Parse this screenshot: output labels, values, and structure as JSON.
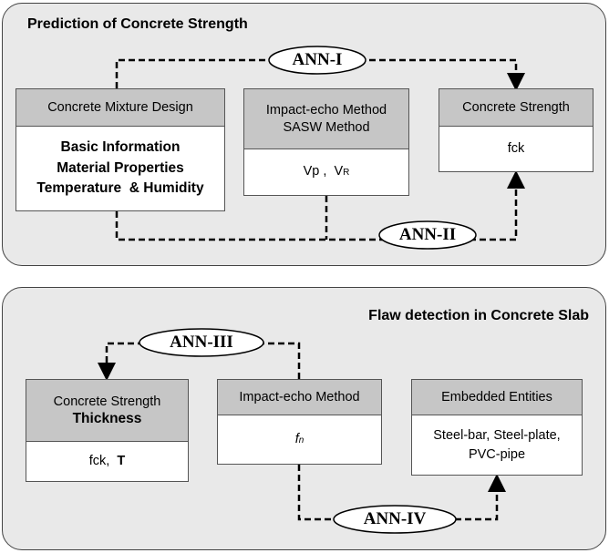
{
  "panel1": {
    "title": "Prediction of Concrete Strength",
    "box_mixture": {
      "head": "Concrete Mixture Design",
      "body": [
        "Basic Information",
        "Material Properties",
        "Temperature  & Humidity"
      ]
    },
    "box_impact": {
      "head": [
        "Impact-echo Method",
        "SASW Method"
      ],
      "body_main": "Vp ,  V",
      "body_sub": "R"
    },
    "box_strength": {
      "head": "Concrete Strength",
      "body": "fck"
    },
    "ann1": "ANN-I",
    "ann2": "ANN-II"
  },
  "panel2": {
    "title": "Flaw detection in Concrete Slab",
    "box_strength": {
      "head": "Concrete Strength",
      "head_bold": "Thickness",
      "body_main": "fck,",
      "body_bold": "T"
    },
    "box_impact": {
      "head": "Impact-echo Method",
      "body_main": "f",
      "body_sub": "n"
    },
    "box_embedded": {
      "head": "Embedded Entities",
      "body": [
        "Steel-bar, Steel-plate,",
        "PVC-pipe"
      ]
    },
    "ann3": "ANN-III",
    "ann4": "ANN-IV"
  },
  "colors": {
    "panel_bg": "#e9e9e9",
    "header_bg": "#c6c6c6",
    "border": "#444444"
  }
}
